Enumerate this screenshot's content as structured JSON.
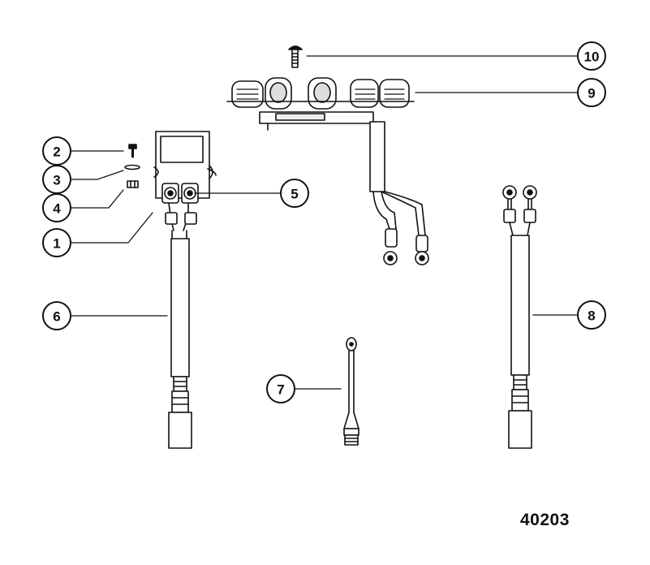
{
  "figure_number": "40203",
  "callouts": [
    "1",
    "2",
    "3",
    "4",
    "5",
    "6",
    "7",
    "8",
    "9",
    "10"
  ],
  "colors": {
    "ink": "#111111",
    "paper": "#ffffff",
    "shade": "#d9d9d9"
  }
}
